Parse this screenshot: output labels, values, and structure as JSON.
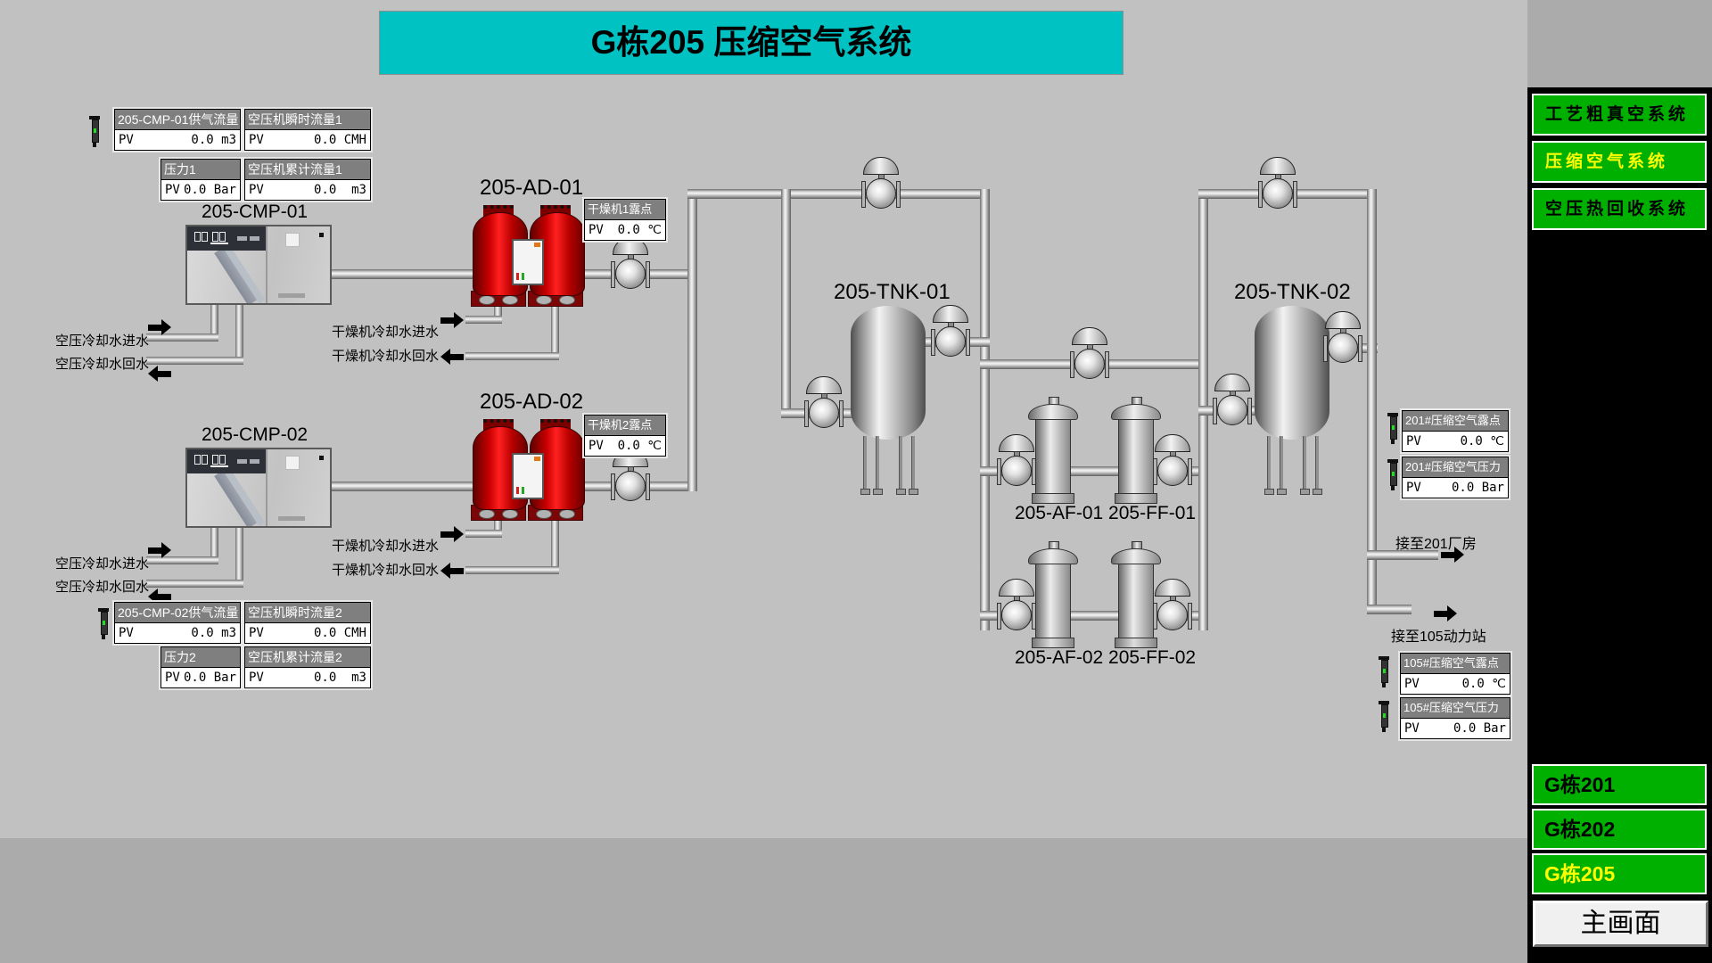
{
  "title": "G栋205 压缩空气系统",
  "sidebar": {
    "systems": [
      {
        "label": "工艺粗真空系统",
        "active": false
      },
      {
        "label": "压缩空气系统",
        "active": true
      },
      {
        "label": "空压热回收系统",
        "active": false
      }
    ],
    "buildings": [
      {
        "label": "G栋201",
        "active": false
      },
      {
        "label": "G栋202",
        "active": false
      },
      {
        "label": "G栋205",
        "active": true
      }
    ],
    "main_button": "主画面"
  },
  "equipment": {
    "compressor1": "205-CMP-01",
    "compressor2": "205-CMP-02",
    "dryer1": "205-AD-01",
    "dryer2": "205-AD-02",
    "tank1": "205-TNK-01",
    "tank2": "205-TNK-02",
    "filters_row1": "205-AF-01  205-FF-01",
    "filters_row2": "205-AF-02  205-FF-02"
  },
  "databoxes": {
    "cmp1_supply": {
      "title": "205-CMP-01供气流量",
      "pv": "PV",
      "value": "0.0 m3"
    },
    "inst_flow1": {
      "title": "空压机瞬时流量1",
      "pv": "PV",
      "value": "0.0 CMH"
    },
    "pressure1": {
      "title": "压力1",
      "pv": "PV",
      "value": "0.0 Bar"
    },
    "total_flow1": {
      "title": "空压机累计流量1",
      "pv": "PV",
      "value": "0.0  m3"
    },
    "dew1": {
      "title": "干燥机1露点",
      "pv": "PV",
      "value": "0.0 ℃"
    },
    "dew2": {
      "title": "干燥机2露点",
      "pv": "PV",
      "value": "0.0 ℃"
    },
    "cmp2_supply": {
      "title": "205-CMP-02供气流量",
      "pv": "PV",
      "value": "0.0 m3"
    },
    "inst_flow2": {
      "title": "空压机瞬时流量2",
      "pv": "PV",
      "value": "0.0 CMH"
    },
    "pressure2": {
      "title": "压力2",
      "pv": "PV",
      "value": "0.0 Bar"
    },
    "total_flow2": {
      "title": "空压机累计流量2",
      "pv": "PV",
      "value": "0.0  m3"
    },
    "dew_201": {
      "title": "201#压缩空气露点",
      "pv": "PV",
      "value": "0.0 ℃"
    },
    "press_201": {
      "title": "201#压缩空气压力",
      "pv": "PV",
      "value": "0.0 Bar"
    },
    "dew_105": {
      "title": "105#压缩空气露点",
      "pv": "PV",
      "value": "0.0 ℃"
    },
    "press_105": {
      "title": "105#压缩空气压力",
      "pv": "PV",
      "value": "0.0 Bar"
    }
  },
  "flow_labels": {
    "cmp1_in": "空压冷却水进水",
    "cmp1_out": "空压冷却水回水",
    "cmp2_in": "空压冷却水进水",
    "cmp2_out": "空压冷却水回水",
    "dryer1_in": "干燥机冷却水进水",
    "dryer1_out": "干燥机冷却水回水",
    "dryer2_in": "干燥机冷却水进水",
    "dryer2_out": "干燥机冷却水回水",
    "to_201": "接至201厂房",
    "to_105": "接至105动力站"
  },
  "colors": {
    "title_bg": "#00c2c2",
    "button_green": "#00b000",
    "active_yellow": "#ffff00",
    "vessel_red": "#d40000",
    "hmi_gray": "#c1c1c1",
    "panel_black": "#000000"
  }
}
